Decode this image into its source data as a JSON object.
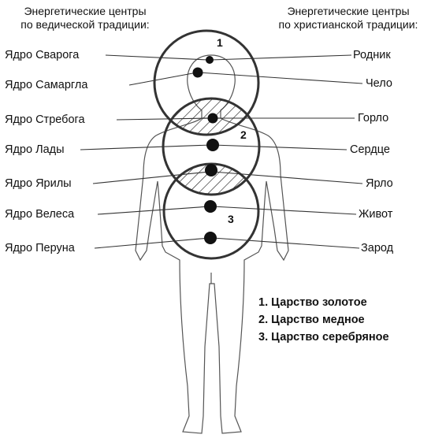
{
  "headers": {
    "left": [
      "Энергетические центры",
      "по ведической традиции:"
    ],
    "right": [
      "Энергетические центры",
      "по христианской традиции:"
    ]
  },
  "left_labels": [
    "Ядро Сварога",
    "Ядро Самаргла",
    "Ядро Стребога",
    "Ядро Лады",
    "Ядро Ярилы",
    "Ядро Велеса",
    "Ядро Перуна"
  ],
  "right_labels": [
    "Родник",
    "Чело",
    "Горло",
    "Сердце",
    "Ярло",
    "Живот",
    "Зарод"
  ],
  "circle_numbers": [
    "1",
    "2",
    "3"
  ],
  "legend": [
    "1. Царство золотое",
    "2. Царство медное",
    "3. Царство серебряное"
  ]
}
